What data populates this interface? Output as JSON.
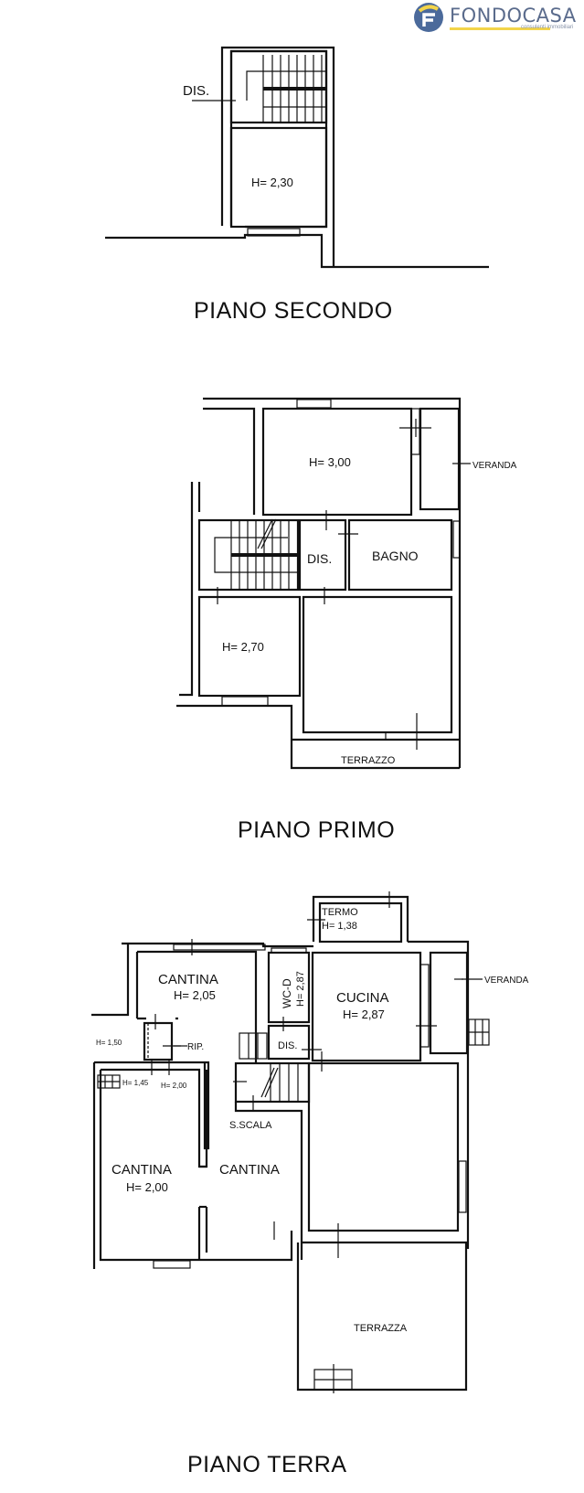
{
  "brand": {
    "name": "FONDOCASA",
    "tagline": "consulenti immobiliari",
    "colors": {
      "primary": "#4b6a9b",
      "accent": "#f3d44a",
      "text": "#5a6b8c"
    }
  },
  "floors": [
    {
      "title": "PIANO SECONDO",
      "rooms": [
        {
          "label": "DIS.",
          "height": ""
        },
        {
          "label": "",
          "height": "H= 2,30"
        }
      ]
    },
    {
      "title": "PIANO PRIMO",
      "rooms": [
        {
          "label": "",
          "height": "H= 3,00"
        },
        {
          "label": "VERANDA",
          "height": ""
        },
        {
          "label": "DIS.",
          "height": ""
        },
        {
          "label": "BAGNO",
          "height": ""
        },
        {
          "label": "",
          "height": "H= 2,70"
        },
        {
          "label": "TERRAZZO",
          "height": ""
        }
      ]
    },
    {
      "title": "PIANO TERRA",
      "rooms": [
        {
          "label": "TERMO",
          "height": "H= 1,38"
        },
        {
          "label": "CANTINA",
          "height": "H= 2,05"
        },
        {
          "label": "WC-D",
          "height": "H= 2,87"
        },
        {
          "label": "CUCINA",
          "height": "H= 2,87"
        },
        {
          "label": "VERANDA",
          "height": ""
        },
        {
          "label": "RIP.",
          "height": ""
        },
        {
          "label": "DIS.",
          "height": ""
        },
        {
          "label": "S.SCALA",
          "height": ""
        },
        {
          "label": "CANTINA",
          "height": "H= 2,00"
        },
        {
          "label": "CANTINA",
          "height": ""
        },
        {
          "label": "TERRAZZA",
          "height": ""
        }
      ],
      "annotations": [
        "H= 1,50",
        "H= 1,45",
        "H= 2,00"
      ]
    }
  ]
}
